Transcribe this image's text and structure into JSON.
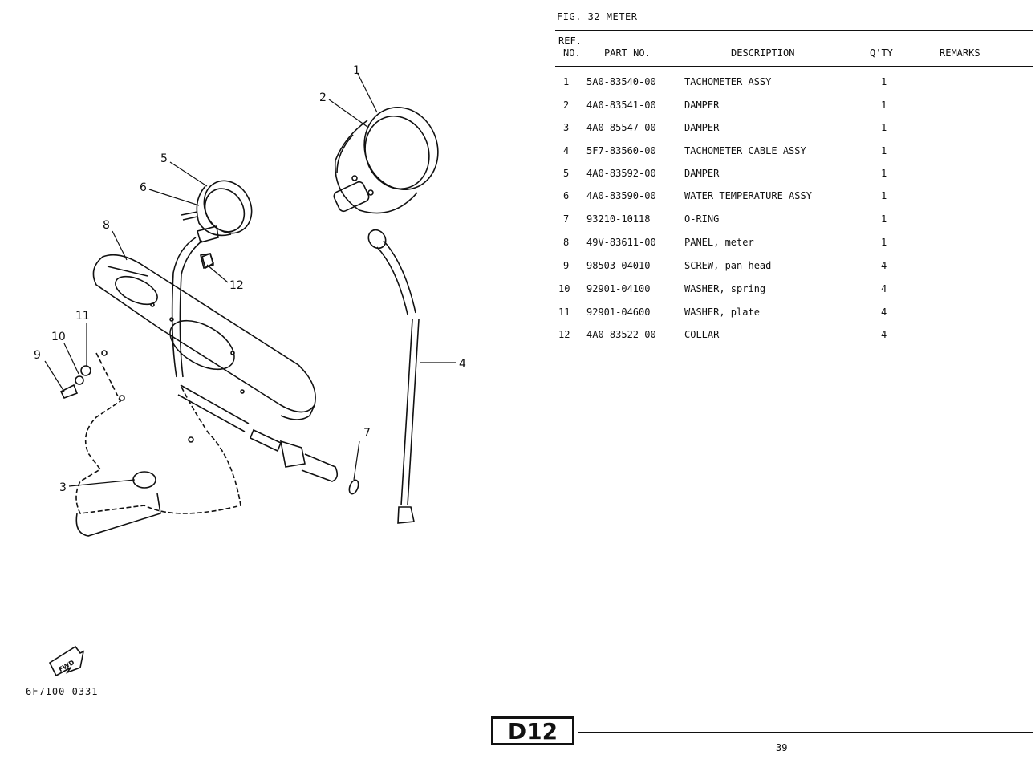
{
  "figure": {
    "title": "FIG. 32  METER",
    "drawing_code": "6F7100-0331",
    "fwd_label": "FWD",
    "callouts": [
      "1",
      "2",
      "3",
      "4",
      "5",
      "6",
      "7",
      "8",
      "9",
      "10",
      "11",
      "12"
    ]
  },
  "table": {
    "headers": {
      "ref_line1": "REF.",
      "ref_line2": "NO.",
      "part_no": "PART NO.",
      "description": "DESCRIPTION",
      "qty": "Q'TY",
      "remarks": "REMARKS"
    },
    "rows": [
      {
        "ref": "1",
        "part_no": "5A0-83540-00",
        "description": "TACHOMETER ASSY",
        "qty": "1",
        "remarks": ""
      },
      {
        "ref": "2",
        "part_no": "4A0-83541-00",
        "description": "DAMPER",
        "qty": "1",
        "remarks": ""
      },
      {
        "ref": "3",
        "part_no": "4A0-85547-00",
        "description": "DAMPER",
        "qty": "1",
        "remarks": ""
      },
      {
        "ref": "4",
        "part_no": "5F7-83560-00",
        "description": "TACHOMETER CABLE ASSY",
        "qty": "1",
        "remarks": ""
      },
      {
        "ref": "5",
        "part_no": "4A0-83592-00",
        "description": "DAMPER",
        "qty": "1",
        "remarks": ""
      },
      {
        "ref": "6",
        "part_no": "4A0-83590-00",
        "description": "WATER TEMPERATURE ASSY",
        "qty": "1",
        "remarks": ""
      },
      {
        "ref": "7",
        "part_no": "93210-10118",
        "description": "O-RING",
        "qty": "1",
        "remarks": ""
      },
      {
        "ref": "8",
        "part_no": "49V-83611-00",
        "description": "PANEL, meter",
        "qty": "1",
        "remarks": ""
      },
      {
        "ref": "9",
        "part_no": "98503-04010",
        "description": "SCREW, pan head",
        "qty": "4",
        "remarks": ""
      },
      {
        "ref": "10",
        "part_no": "92901-04100",
        "description": "WASHER, spring",
        "qty": "4",
        "remarks": ""
      },
      {
        "ref": "11",
        "part_no": "92901-04600",
        "description": "WASHER, plate",
        "qty": "4",
        "remarks": ""
      },
      {
        "ref": "12",
        "part_no": "4A0-83522-00",
        "description": "COLLAR",
        "qty": "4",
        "remarks": ""
      }
    ]
  },
  "footer": {
    "section_badge": "D12",
    "page_number": "39"
  }
}
